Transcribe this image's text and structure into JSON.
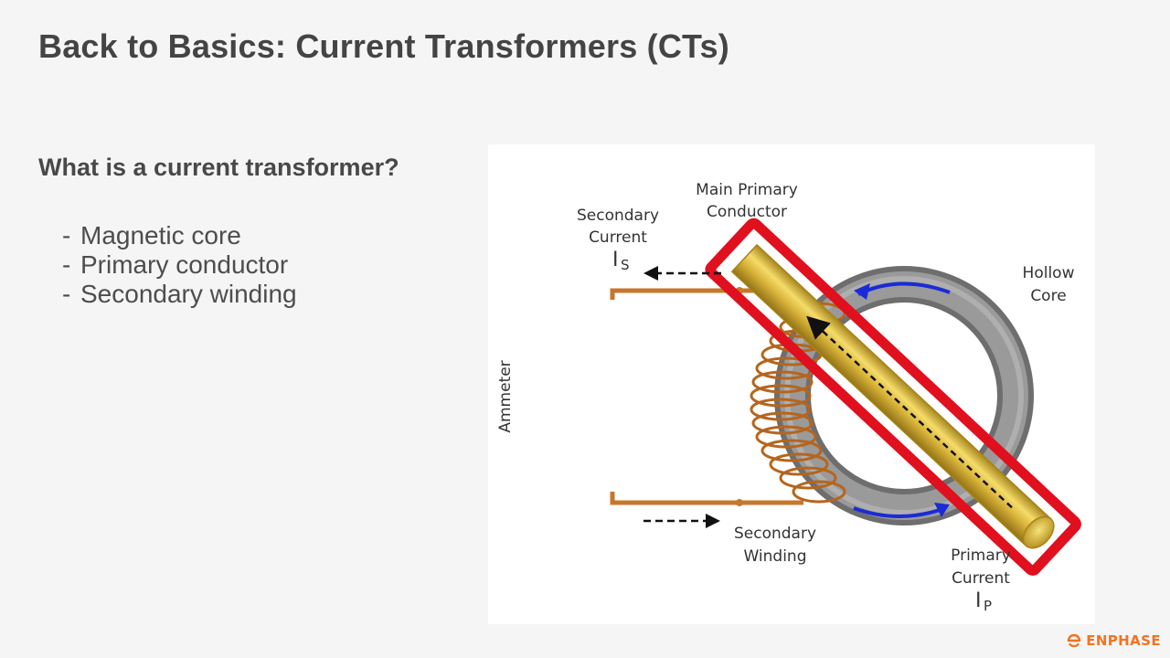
{
  "slide": {
    "title": "Back to Basics: Current Transformers (CTs)",
    "question": "What is a current transformer?",
    "bullets": [
      {
        "dash": "-",
        "text": "Magnetic core"
      },
      {
        "dash": "-",
        "text": "Primary conductor"
      },
      {
        "dash": "-",
        "text": "Secondary winding"
      }
    ]
  },
  "diagram": {
    "labels": {
      "main_primary_line1": "Main Primary",
      "main_primary_line2": "Conductor",
      "secondary_current_line1": "Secondary",
      "secondary_current_line2": "Current",
      "is_symbol": "I",
      "is_sub": "S",
      "hollow_line1": "Hollow",
      "hollow_line2": "Core",
      "ammeter": "Ammeter",
      "secondary_winding_line1": "Secondary",
      "secondary_winding_line2": "Winding",
      "primary_current_line1": "Primary",
      "primary_current_line2": "Current",
      "ip_symbol": "I",
      "ip_sub": "P"
    },
    "colors": {
      "core": "#8a8a8a",
      "conductor": "#d9b43a",
      "winding": "#c7772c",
      "highlight": "#e0101e",
      "flux_arrow": "#1a2bd6"
    }
  },
  "brand": {
    "logo_text": "ENPHASE",
    "logo_color": "#f37321",
    "logo_icon": "enphase-logo-icon"
  }
}
